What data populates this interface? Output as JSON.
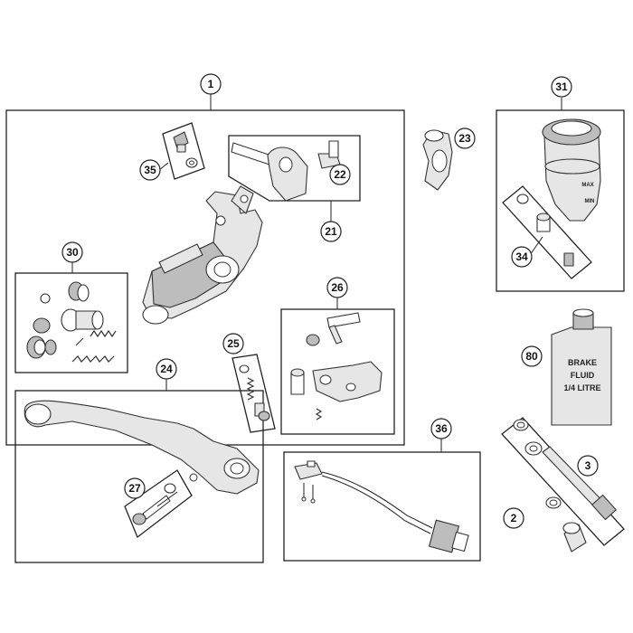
{
  "callouts": {
    "c1": "1",
    "c2": "2",
    "c3": "3",
    "c21": "21",
    "c22": "22",
    "c23": "23",
    "c24": "24",
    "c25": "25",
    "c26": "26",
    "c27": "27",
    "c30": "30",
    "c31": "31",
    "c34": "34",
    "c35": "35",
    "c36": "36",
    "c80": "80"
  },
  "fluid_can": {
    "line1": "BRAKE",
    "line2": "FLUID",
    "line3": "1/4 LITRE"
  },
  "reservoir_marks": {
    "max": "MAX",
    "min": "MIN"
  }
}
